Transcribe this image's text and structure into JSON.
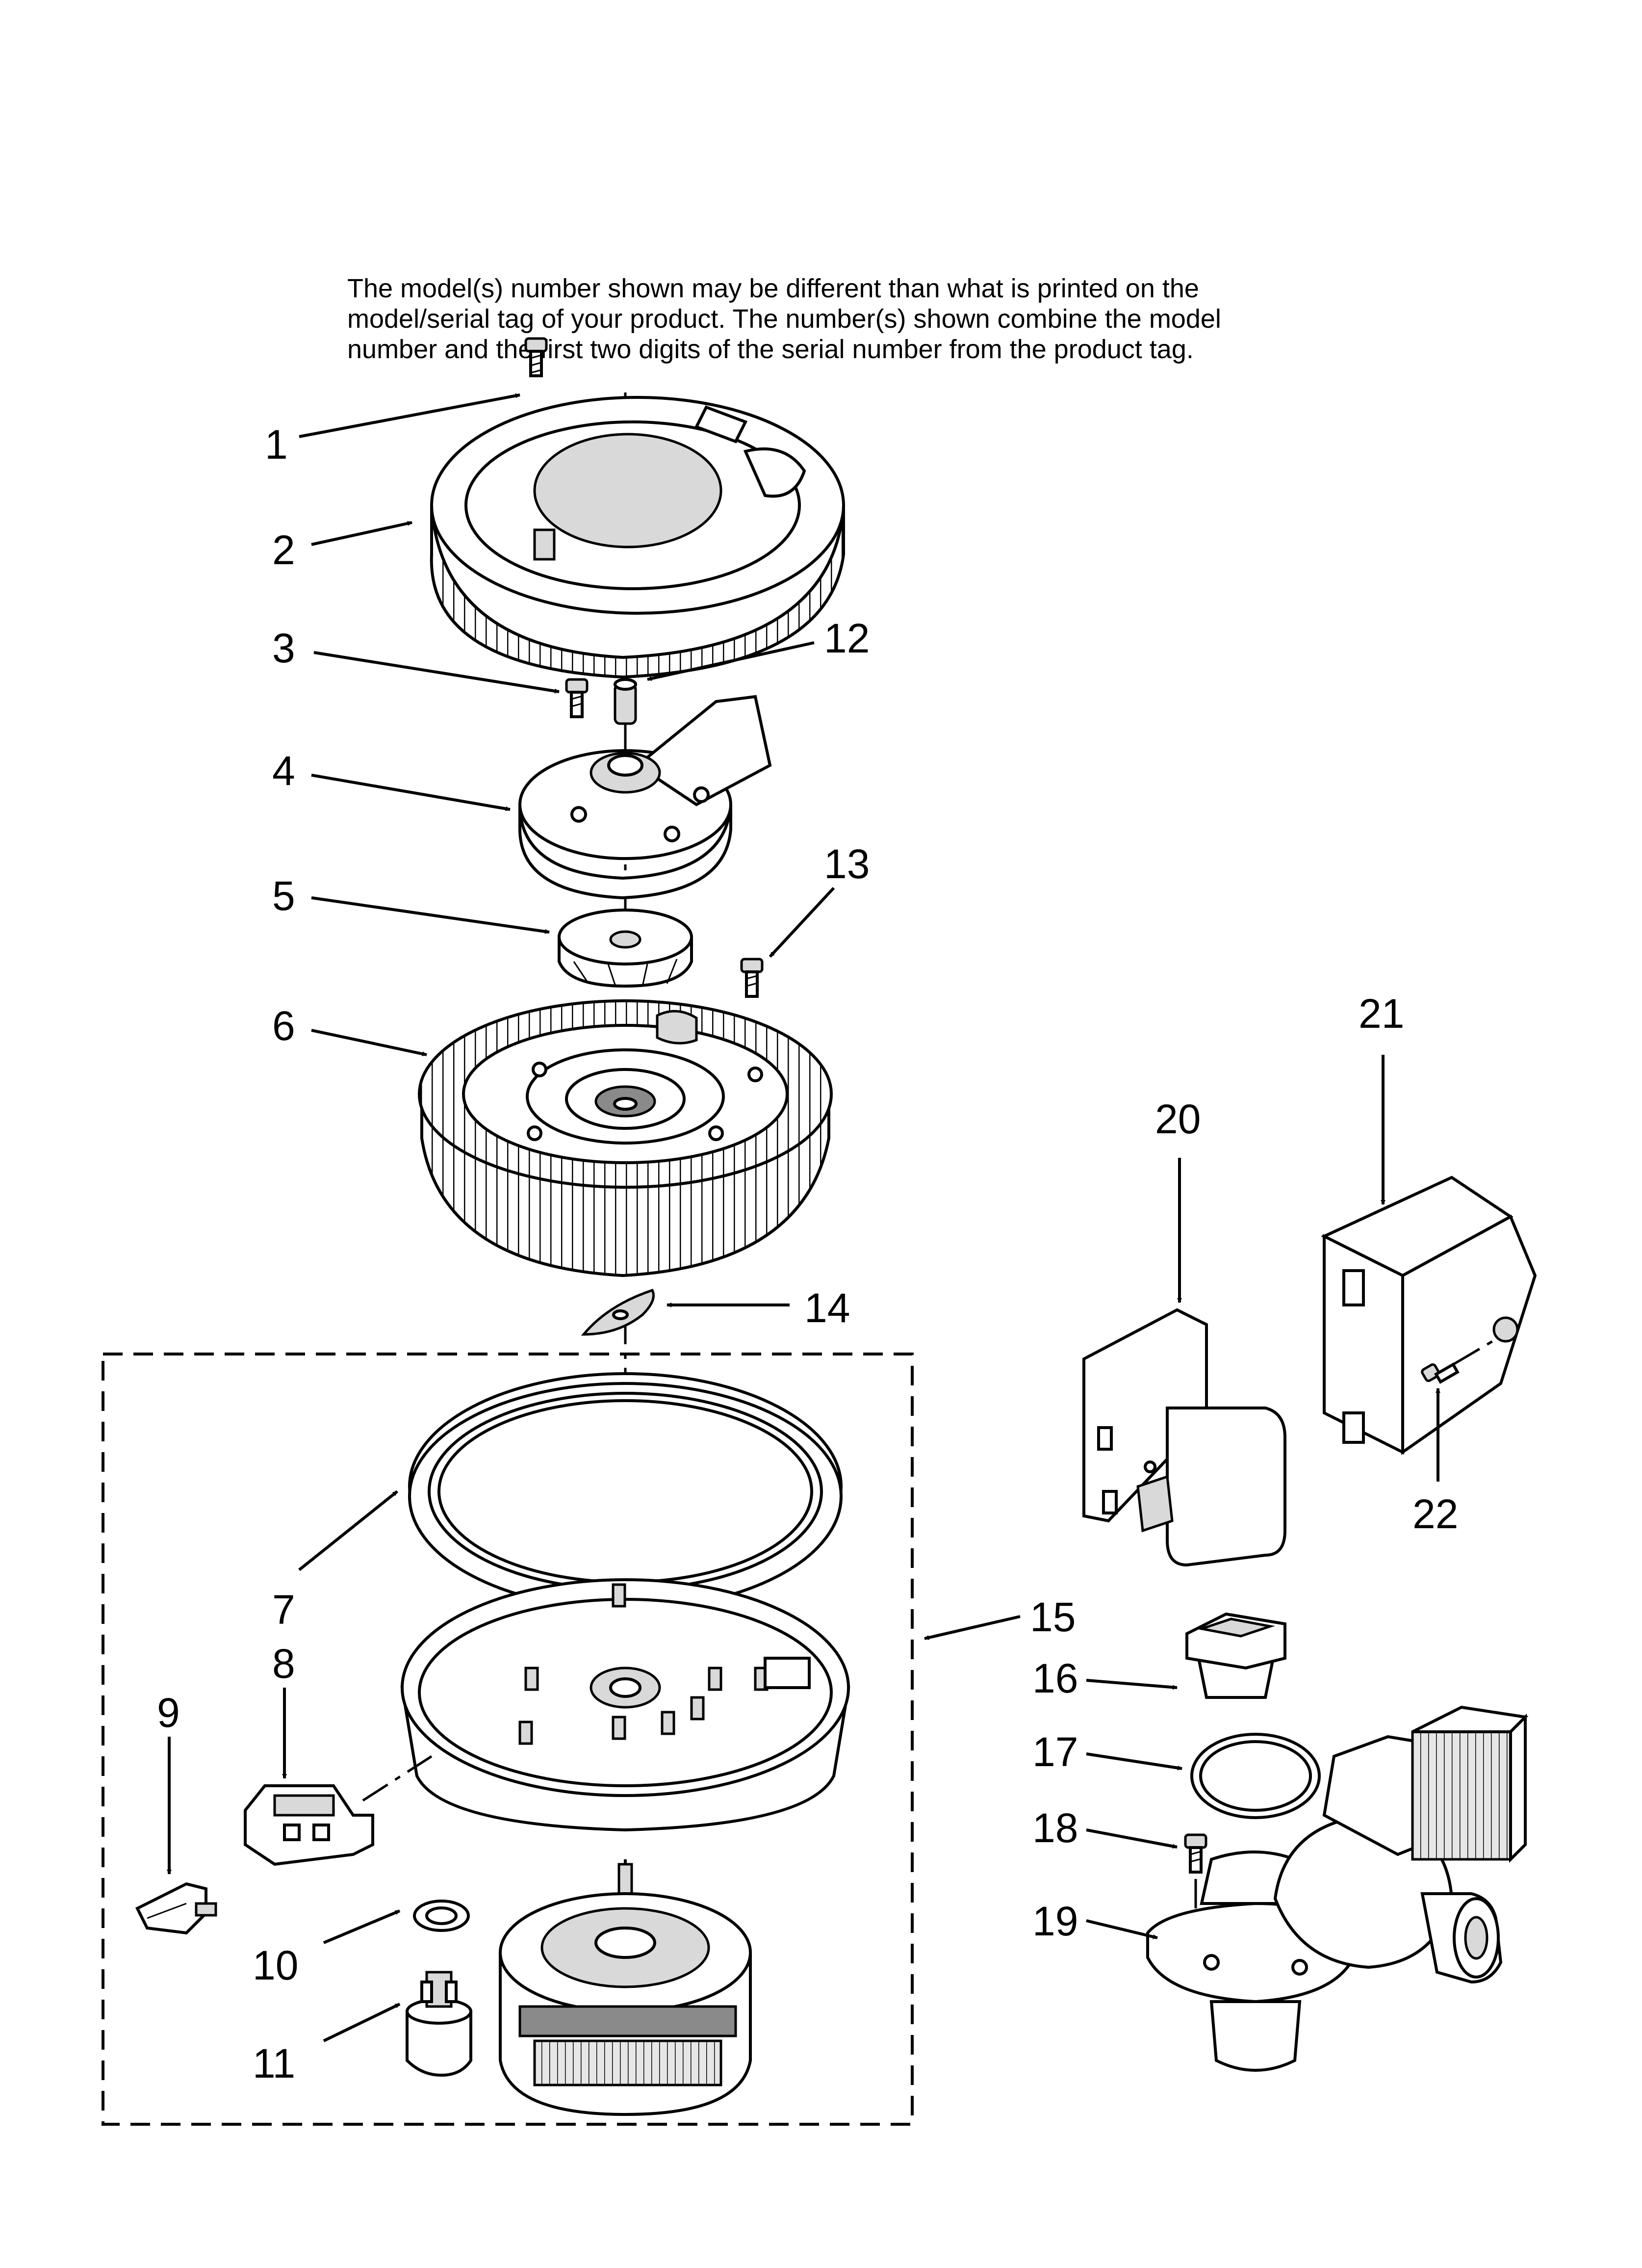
{
  "note": {
    "line1": "The model(s) number shown may be different than what is printed on the",
    "line2": "model/serial tag of your product. The number(s) shown combine the model",
    "line3": "number and the first two digits of the serial number from the product tag."
  },
  "callouts": [
    "1",
    "2",
    "3",
    "4",
    "5",
    "6",
    "7",
    "8",
    "9",
    "10",
    "11",
    "12",
    "13",
    "14",
    "15",
    "16",
    "17",
    "18",
    "19",
    "20",
    "21",
    "22"
  ]
}
